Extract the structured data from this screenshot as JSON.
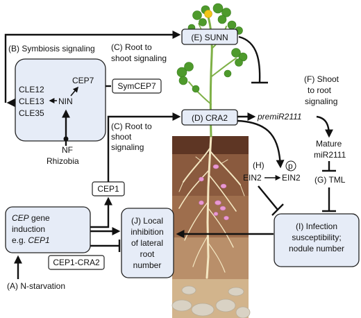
{
  "labels": {
    "b_symbiosis": "(B) Symbiosis signaling",
    "c_root_shoot_1a": "(C) Root to",
    "c_root_shoot_1b": "shoot signaling",
    "e_sunn": "(E) SUNN",
    "cle12": "CLE12",
    "cle13": "CLE13",
    "cle35": "CLE35",
    "nin": "NIN",
    "cep7": "CEP7",
    "symcep7": "SymCEP7",
    "nf": "NF",
    "rhizobia": "Rhizobia",
    "c_root_shoot_2a": "(C) Root to",
    "c_root_shoot_2b": "shoot",
    "c_root_shoot_2c": "signaling",
    "d_cra2": "(D) CRA2",
    "premir": "premiR2111",
    "f_shoot_root_a": "(F) Shoot",
    "f_shoot_root_b": "to root",
    "f_shoot_root_c": "signaling",
    "mature_a": "Mature",
    "mature_b": "miR2111",
    "g_tml": "(G) TML",
    "h_label": "(H)",
    "ein2_a": "EIN2",
    "ein2_b": "EIN2",
    "p_mark": "p",
    "cep1": "CEP1",
    "a_box_1_italic": "CEP",
    "a_box_1_rest": " gene",
    "a_box_2": "induction",
    "a_box_3_rest": "e.g. ",
    "a_box_3_italic": "CEP1",
    "cep1_cra2": "CEP1-CRA2",
    "a_nstarvation": "(A) N-starvation",
    "j_1": "(J) Local",
    "j_2": "inhibition",
    "j_3": "of lateral",
    "j_4": "root",
    "j_5": "number",
    "i_1": "(I) Infection",
    "i_2": "susceptibility;",
    "i_3": "nodule number"
  },
  "colors": {
    "box_fill": "#e6ecf7",
    "soil_top": "#6b3f2a",
    "soil_mid": "#8a5a3e",
    "soil_low": "#a77a58",
    "soil_deep": "#c9a67f",
    "stone": "#d8d0c2",
    "leaf": "#4f9a2e",
    "stem": "#6aa33a",
    "flower": "#f2c519",
    "root": "#f2e6c4",
    "nodule": "#e79ad0"
  }
}
